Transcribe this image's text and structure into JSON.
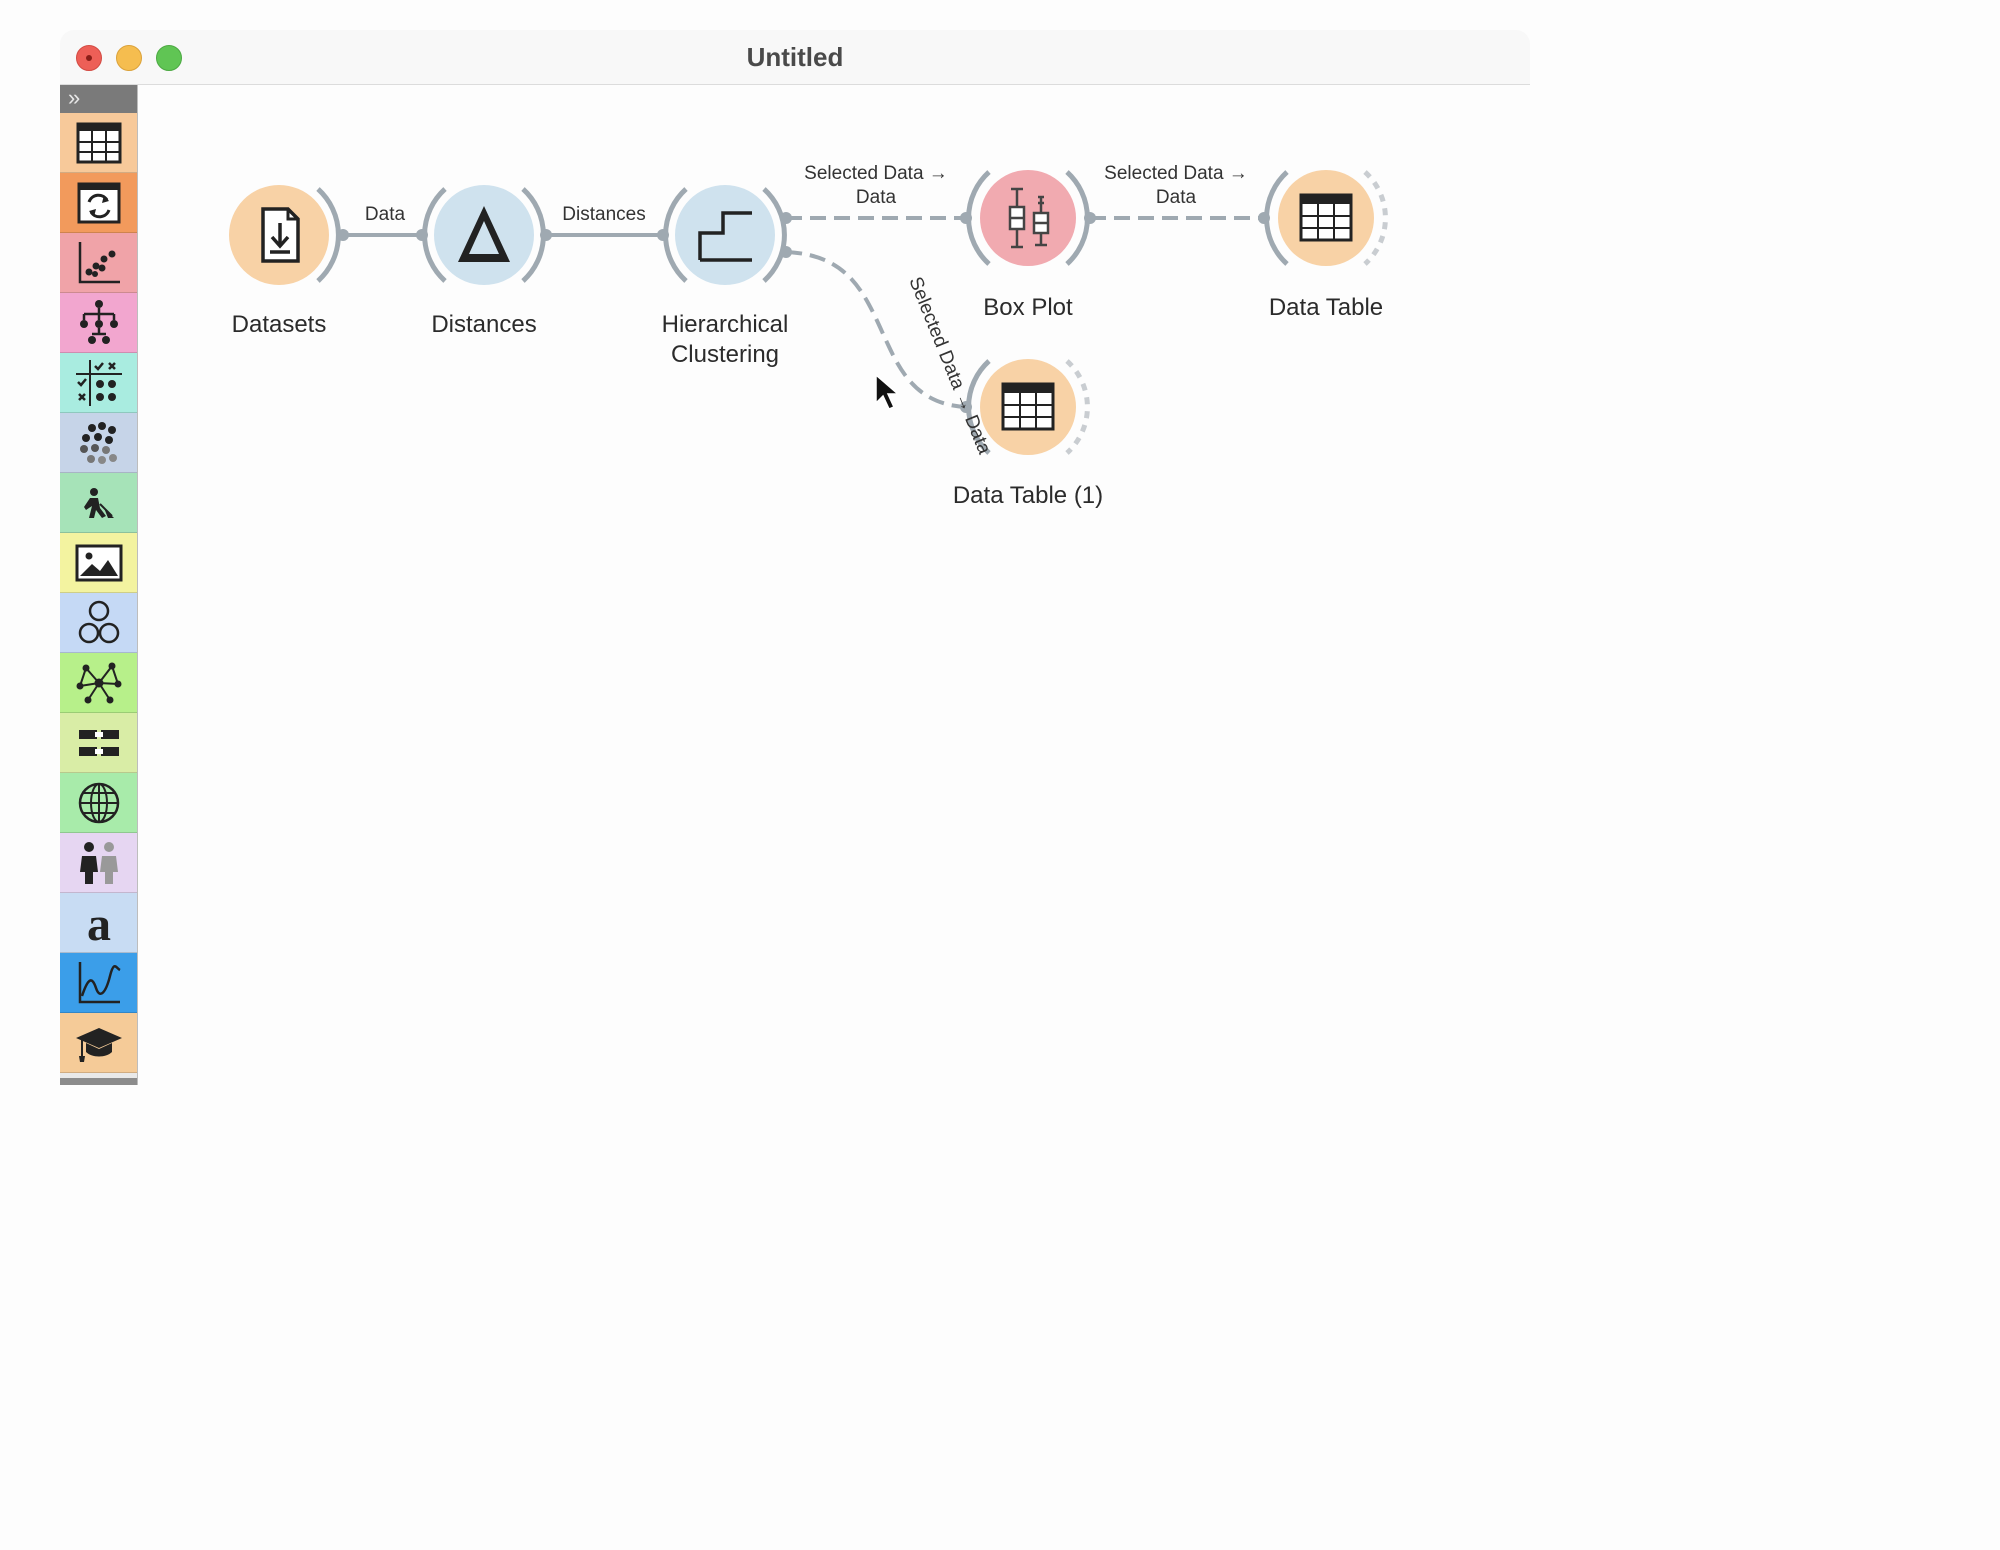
{
  "window": {
    "title": "Untitled"
  },
  "dock": {
    "toggle": "»",
    "categories": [
      {
        "name": "Data",
        "color": "#f7c99a",
        "icon": "table-icon"
      },
      {
        "name": "Transform",
        "color": "#f29a5c",
        "icon": "transform-icon"
      },
      {
        "name": "Visualize",
        "color": "#f0a3a8",
        "icon": "scatter-icon"
      },
      {
        "name": "Model",
        "color": "#f2a6cf",
        "icon": "tree-icon"
      },
      {
        "name": "Evaluate",
        "color": "#a9ece0",
        "icon": "evaluate-icon"
      },
      {
        "name": "Unsupervised",
        "color": "#c6d4e8",
        "icon": "cluster-icon"
      },
      {
        "name": "Educational",
        "color": "#a6e3b8",
        "icon": "worker-icon"
      },
      {
        "name": "Image Analytics",
        "color": "#f3f3a0",
        "icon": "image-icon"
      },
      {
        "name": "Associate",
        "color": "#c5d9f5",
        "icon": "circles-icon"
      },
      {
        "name": "Network",
        "color": "#b7f08a",
        "icon": "network-icon"
      },
      {
        "name": "Prototypes",
        "color": "#d9eda6",
        "icon": "blocks-icon"
      },
      {
        "name": "Geo",
        "color": "#a8ebaa",
        "icon": "globe-icon"
      },
      {
        "name": "Survival Analysis",
        "color": "#e6d6f2",
        "icon": "people-icon"
      },
      {
        "name": "Text Mining",
        "color": "#c8dcf3",
        "icon": "letter-a-icon"
      },
      {
        "name": "Time Series",
        "color": "#3b9ee9",
        "icon": "timeseries-icon"
      },
      {
        "name": "Tutorials",
        "color": "#f5cb98",
        "icon": "graduation-cap-icon"
      }
    ]
  },
  "nodes": [
    {
      "id": "datasets",
      "label": "Datasets",
      "color": "#f8d2a6",
      "icon": "file-download-icon"
    },
    {
      "id": "distances",
      "label": "Distances",
      "color": "#cfe2ee",
      "icon": "delta-icon"
    },
    {
      "id": "hclust",
      "label": "Hierarchical\nClustering",
      "color": "#cfe2ee",
      "icon": "dendrogram-icon"
    },
    {
      "id": "boxplot",
      "label": "Box Plot",
      "color": "#f1aab0",
      "icon": "boxplot-icon"
    },
    {
      "id": "datatable",
      "label": "Data Table",
      "color": "#f8d2a6",
      "icon": "table-icon"
    },
    {
      "id": "datatable1",
      "label": "Data Table (1)",
      "color": "#f8d2a6",
      "icon": "table-icon"
    }
  ],
  "links": [
    {
      "id": "l1",
      "label": "Data"
    },
    {
      "id": "l2",
      "label": "Distances"
    },
    {
      "id": "l3",
      "label": "Selected Data →\nData"
    },
    {
      "id": "l4",
      "label": "Selected Data →\nData"
    },
    {
      "id": "l5",
      "label": "Selected Data → Data"
    }
  ]
}
